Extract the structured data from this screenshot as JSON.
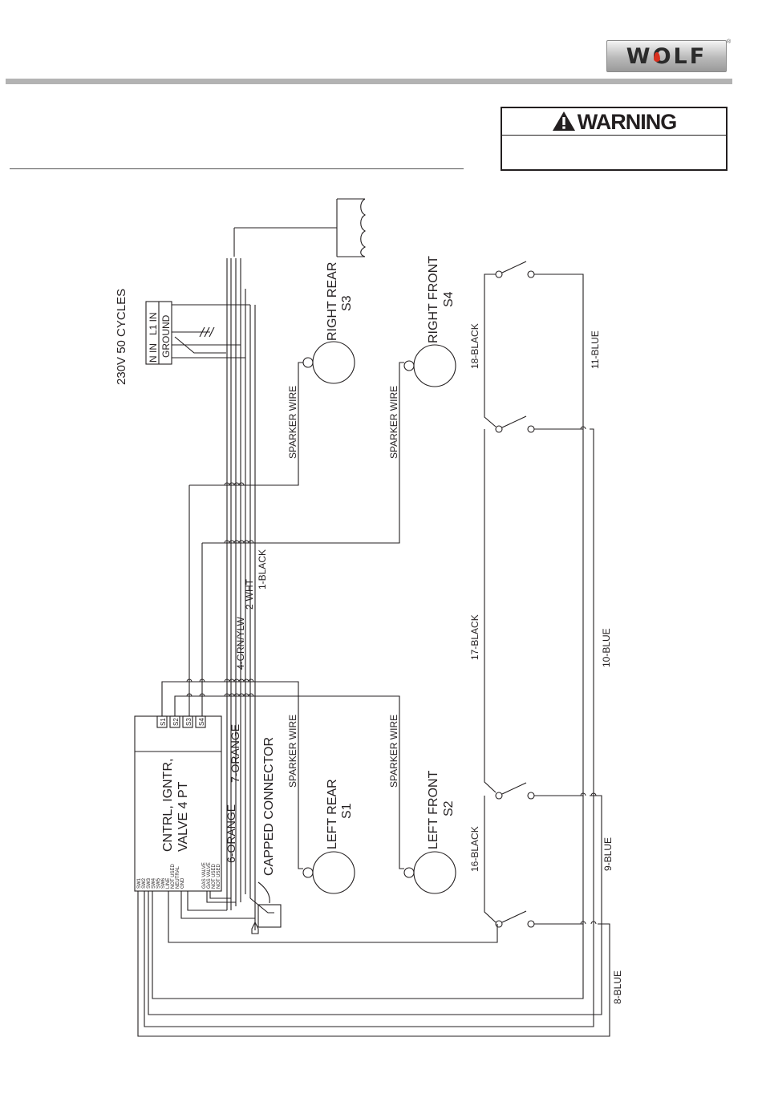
{
  "header": {
    "brand": "WOLF",
    "registered": "®",
    "warning_title": "WARNING"
  },
  "diagram": {
    "power_label": "230V 50 CYCLES",
    "terminal_labels": [
      "N IN",
      "L1 IN",
      "GROUND"
    ],
    "burners": {
      "right_rear": [
        "RIGHT REAR",
        "S3"
      ],
      "right_front": [
        "RIGHT FRONT",
        "S4"
      ],
      "left_rear": [
        "LEFT REAR",
        "S1"
      ],
      "left_front": [
        "LEFT FRONT",
        "S2"
      ]
    },
    "module_label": [
      "CNTRL, IGNTR,",
      "VALVE 4 PT"
    ],
    "module_ports": [
      "S1",
      "S2",
      "S3",
      "S4"
    ],
    "module_pins": [
      "SW1",
      "SW2",
      "SW3",
      "SW4",
      "SW5",
      "SW6",
      "LINE",
      "NOT USED",
      "NEUTRAL",
      "GND",
      "GAS VALVE",
      "GAS VALVE",
      "NOT USED",
      "NOT USED"
    ],
    "capped_connector": "CAPPED CONNECTOR",
    "sparker_wire": "SPARKER WIRE",
    "wires": {
      "w1": "1-BLACK",
      "w2": "2-WHT",
      "w4": "4-GRN/YLW",
      "w6": "6-ORANGE",
      "w7": "7-ORANGE",
      "w8": "8-BLUE",
      "w9": "9-BLUE",
      "w10": "10-BLUE",
      "w11": "11-BLUE",
      "w16": "16-BLACK",
      "w17": "17-BLACK",
      "w18": "18-BLACK"
    }
  }
}
